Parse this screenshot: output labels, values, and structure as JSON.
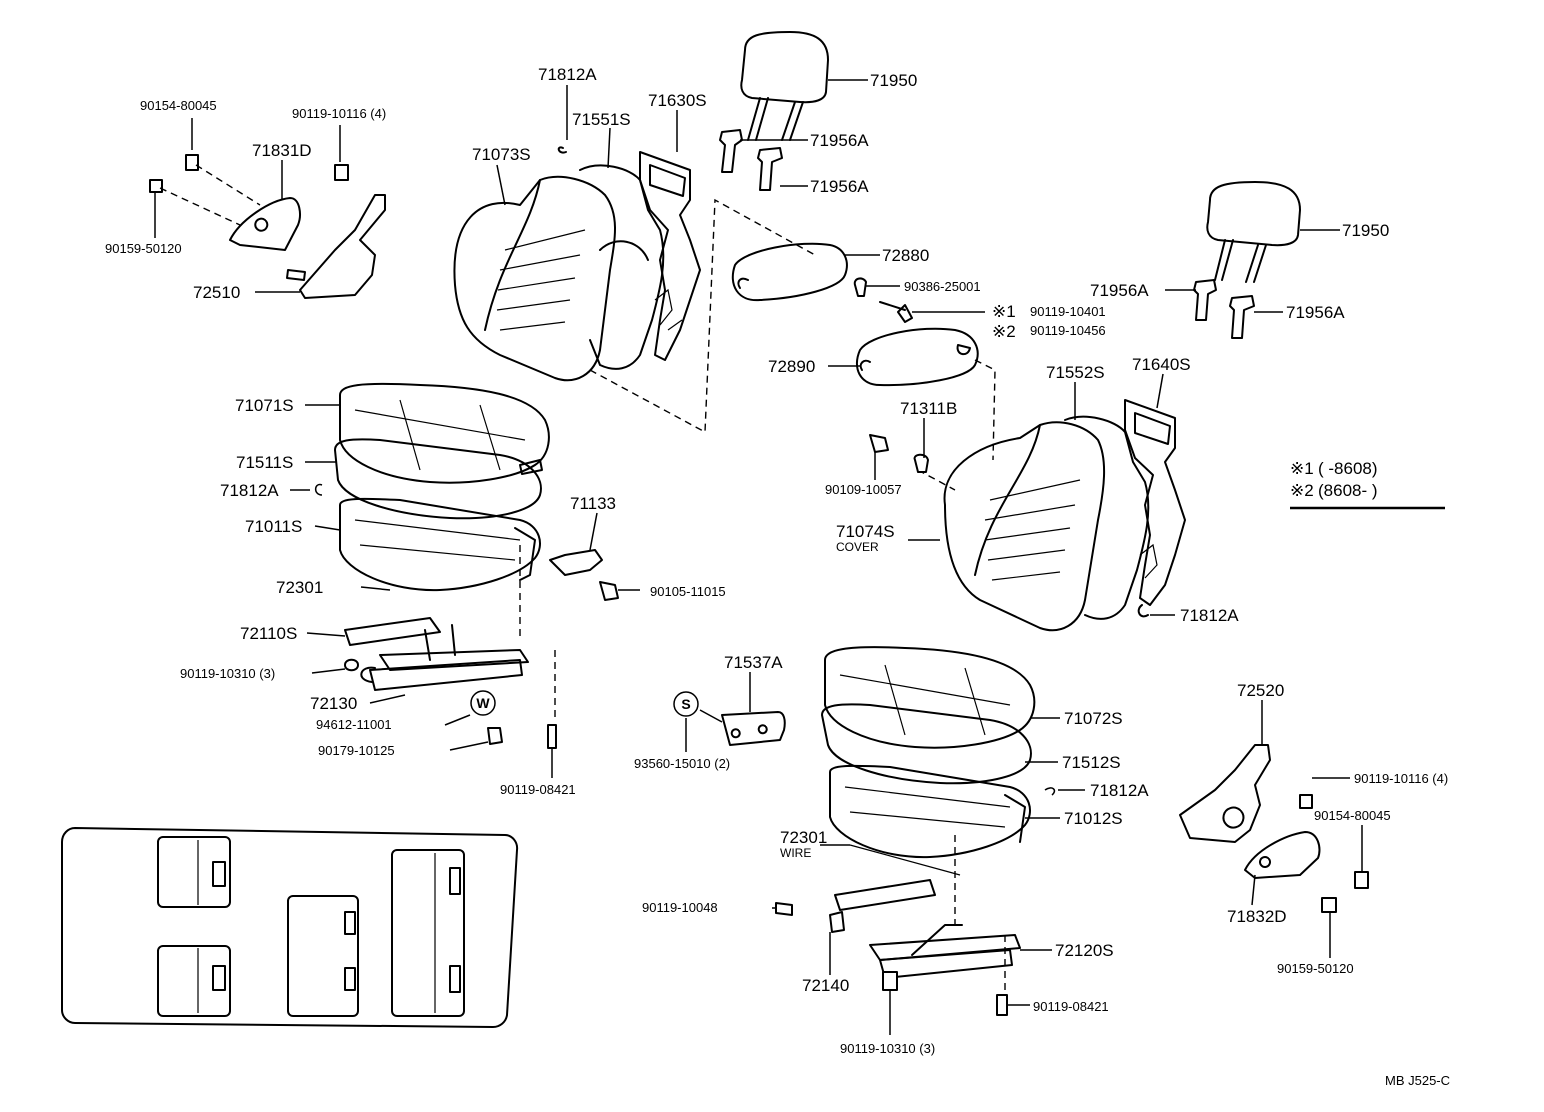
{
  "labels": {
    "p71812A_a": "71812A",
    "p71950_a": "71950",
    "p90154_80045_a": "90154-80045",
    "p90119_10116_a": "90119-10116 (4)",
    "p71551S": "71551S",
    "p71630S": "71630S",
    "p71956A_a": "71956A",
    "p71831D": "71831D",
    "p71073S": "71073S",
    "p71956A_b": "71956A",
    "p90159_50120_a": "90159-50120",
    "p71950_b": "71950",
    "p72880": "72880",
    "p72510": "72510",
    "p90386_25001": "90386-25001",
    "p71956A_c": "71956A",
    "p71956A_d": "71956A",
    "mark1_part": "90119-10401",
    "mark2_part": "90119-10456",
    "mark1_symbol": "※1",
    "mark2_symbol": "※2",
    "p72890": "72890",
    "p71552S": "71552S",
    "p71640S": "71640S",
    "p71071S": "71071S",
    "p71311B": "71311B",
    "p71511S": "71511S",
    "p71812A_b": "71812A",
    "p71133": "71133",
    "p90109_10057": "90109-10057",
    "p71011S": "71011S",
    "p71074S": "71074S",
    "p71074S_note": "COVER",
    "p72301_a": "72301",
    "p90105_11015": "90105-11015",
    "p71812A_c": "71812A",
    "p72110S": "72110S",
    "p71537A": "71537A",
    "p90119_10310_a": "90119-10310 (3)",
    "p72130": "72130",
    "p72520": "72520",
    "p94612_11001": "94612-11001",
    "p71072S": "71072S",
    "p90179_10125": "90179-10125",
    "p93560_15010": "93560-15010 (2)",
    "p71512S": "71512S",
    "p90119_08421_a": "90119-08421",
    "p71812A_d": "71812A",
    "p90119_10116_b": "90119-10116 (4)",
    "p71012S": "71012S",
    "p90154_80045_b": "90154-80045",
    "p72301_b": "72301",
    "p72301_b_note": "WIRE",
    "p90119_10048": "90119-10048",
    "p71832D": "71832D",
    "p72120S": "72120S",
    "p72140": "72140",
    "p90159_50120_b": "90159-50120",
    "p90119_08421_b": "90119-08421",
    "p90119_10310_b": "90119-10310 (3)",
    "circle_W": "W",
    "circle_S": "S"
  },
  "legend": {
    "row1_symbol": "※1",
    "row1_range": "(        -8608)",
    "row2_symbol": "※2",
    "row2_range": "(8608-        )"
  },
  "footer": {
    "code": "MB  J525-C"
  }
}
